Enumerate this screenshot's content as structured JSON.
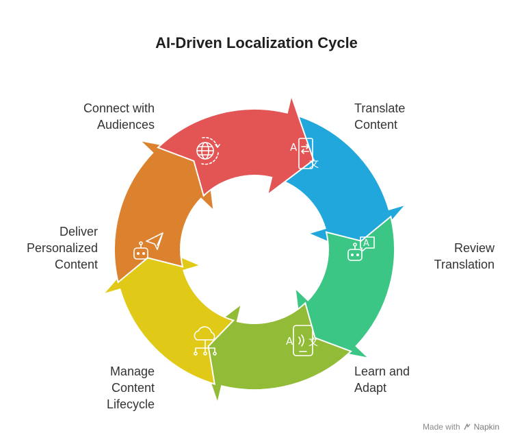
{
  "title": "AI-Driven Localization Cycle",
  "steps": [
    {
      "lines": [
        "Translate",
        "Content"
      ],
      "color": "#22a7dc",
      "icon": "translate-icon"
    },
    {
      "lines": [
        "Review",
        "Translation"
      ],
      "color": "#3cc685",
      "icon": "robot-chat-icon"
    },
    {
      "lines": [
        "Learn and",
        "Adapt"
      ],
      "color": "#92bc37",
      "icon": "phone-translate-icon"
    },
    {
      "lines": [
        "Manage",
        "Content",
        "Lifecycle"
      ],
      "color": "#e1ca17",
      "icon": "cloud-network-icon"
    },
    {
      "lines": [
        "Deliver",
        "Personalized",
        "Content"
      ],
      "color": "#dc822e",
      "icon": "robot-send-icon"
    },
    {
      "lines": [
        "Connect with",
        "Audiences"
      ],
      "color": "#e35555",
      "icon": "globe-refresh-icon"
    }
  ],
  "footer": {
    "made_with": "Made with",
    "brand": "Napkin"
  }
}
